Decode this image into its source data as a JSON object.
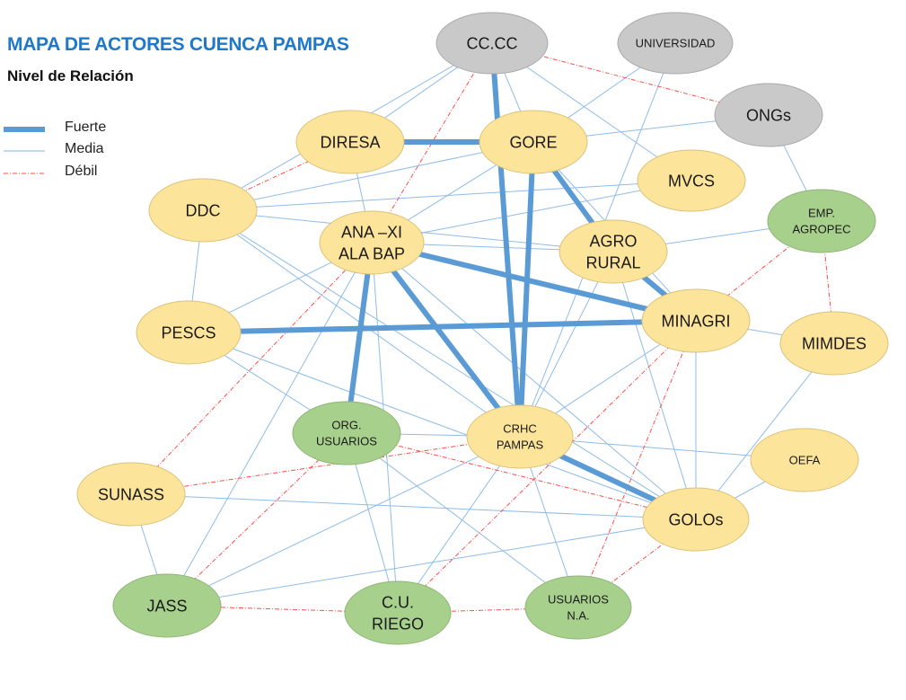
{
  "title": "MAPA DE ACTORES CUENCA PAMPAS",
  "subtitle": "Nivel de Relación",
  "legend": [
    {
      "key": "strong",
      "label": "Fuerte"
    },
    {
      "key": "medium",
      "label": "Media"
    },
    {
      "key": "weak",
      "label": "Débil"
    }
  ],
  "colors": {
    "strong": "#5b9bd5",
    "medium": "#7fb2e5",
    "weak": "#ff4d4d",
    "yellow_node": "#fde49b",
    "green_node": "#a8d08d",
    "gray_node": "#c9c9c9"
  },
  "nodes": [
    {
      "id": "cccc",
      "label": [
        "CC.CC"
      ],
      "type": "gray"
    },
    {
      "id": "universidad",
      "label": [
        "UNIVERSIDAD"
      ],
      "type": "gray",
      "small": true
    },
    {
      "id": "ongs",
      "label": [
        "ONGs"
      ],
      "type": "gray"
    },
    {
      "id": "diresa",
      "label": [
        "DIRESA"
      ],
      "type": "yellow"
    },
    {
      "id": "gore",
      "label": [
        "GORE"
      ],
      "type": "yellow"
    },
    {
      "id": "mvcs",
      "label": [
        "MVCS"
      ],
      "type": "yellow"
    },
    {
      "id": "ddc",
      "label": [
        "DDC"
      ],
      "type": "yellow"
    },
    {
      "id": "ana",
      "label": [
        "ANA –XI",
        "ALA BAP"
      ],
      "type": "yellow"
    },
    {
      "id": "agrorural",
      "label": [
        "AGRO",
        "RURAL"
      ],
      "type": "yellow"
    },
    {
      "id": "emp",
      "label": [
        "EMP.",
        "AGROPEC"
      ],
      "type": "green",
      "small": true
    },
    {
      "id": "pescs",
      "label": [
        "PESCS"
      ],
      "type": "yellow"
    },
    {
      "id": "minagri",
      "label": [
        "MINAGRI"
      ],
      "type": "yellow"
    },
    {
      "id": "mimdes",
      "label": [
        "MIMDES"
      ],
      "type": "yellow"
    },
    {
      "id": "orgusuarios",
      "label": [
        "ORG.",
        "USUARIOS"
      ],
      "type": "green",
      "small": true
    },
    {
      "id": "crhc",
      "label": [
        "CRHC",
        "PAMPAS"
      ],
      "type": "yellow",
      "small": true
    },
    {
      "id": "oefa",
      "label": [
        "OEFA"
      ],
      "type": "yellow",
      "small": true
    },
    {
      "id": "sunass",
      "label": [
        "SUNASS"
      ],
      "type": "yellow"
    },
    {
      "id": "golos",
      "label": [
        "GOLOs"
      ],
      "type": "yellow"
    },
    {
      "id": "jass",
      "label": [
        "JASS"
      ],
      "type": "green"
    },
    {
      "id": "curiego",
      "label": [
        "C.U.",
        "RIEGO"
      ],
      "type": "green"
    },
    {
      "id": "usuariosna",
      "label": [
        "USUARIOS",
        "N.A."
      ],
      "type": "green",
      "small": true
    }
  ],
  "edges": [
    {
      "from": "diresa",
      "to": "gore",
      "level": "strong"
    },
    {
      "from": "cccc",
      "to": "crhc",
      "level": "strong"
    },
    {
      "from": "gore",
      "to": "crhc",
      "level": "strong"
    },
    {
      "from": "gore",
      "to": "agrorural",
      "level": "strong"
    },
    {
      "from": "agrorural",
      "to": "minagri",
      "level": "strong"
    },
    {
      "from": "ana",
      "to": "minagri",
      "level": "strong"
    },
    {
      "from": "ana",
      "to": "orgusuarios",
      "level": "strong"
    },
    {
      "from": "ana",
      "to": "crhc",
      "level": "strong"
    },
    {
      "from": "pescs",
      "to": "minagri",
      "level": "strong"
    },
    {
      "from": "crhc",
      "to": "golos",
      "level": "strong"
    },
    {
      "from": "cccc",
      "to": "ongs",
      "level": "weak"
    },
    {
      "from": "cccc",
      "to": "ana",
      "level": "weak"
    },
    {
      "from": "diresa",
      "to": "ddc",
      "level": "weak"
    },
    {
      "from": "emp",
      "to": "minagri",
      "level": "weak"
    },
    {
      "from": "emp",
      "to": "mimdes",
      "level": "weak"
    },
    {
      "from": "sunass",
      "to": "ana",
      "level": "weak"
    },
    {
      "from": "sunass",
      "to": "crhc",
      "level": "weak"
    },
    {
      "from": "orgusuarios",
      "to": "golos",
      "level": "weak"
    },
    {
      "from": "jass",
      "to": "orgusuarios",
      "level": "weak"
    },
    {
      "from": "jass",
      "to": "curiego",
      "level": "weak"
    },
    {
      "from": "curiego",
      "to": "usuariosna",
      "level": "weak"
    },
    {
      "from": "curiego",
      "to": "minagri",
      "level": "weak"
    },
    {
      "from": "usuariosna",
      "to": "golos",
      "level": "weak"
    },
    {
      "from": "usuariosna",
      "to": "minagri",
      "level": "weak"
    },
    {
      "from": "cccc",
      "to": "diresa",
      "level": "medium"
    },
    {
      "from": "cccc",
      "to": "ddc",
      "level": "medium"
    },
    {
      "from": "cccc",
      "to": "gore",
      "level": "medium"
    },
    {
      "from": "cccc",
      "to": "mvcs",
      "level": "medium"
    },
    {
      "from": "universidad",
      "to": "gore",
      "level": "medium"
    },
    {
      "from": "universidad",
      "to": "crhc",
      "level": "medium"
    },
    {
      "from": "ongs",
      "to": "gore",
      "level": "medium"
    },
    {
      "from": "ongs",
      "to": "emp",
      "level": "medium"
    },
    {
      "from": "gore",
      "to": "ddc",
      "level": "medium"
    },
    {
      "from": "gore",
      "to": "ana",
      "level": "medium"
    },
    {
      "from": "gore",
      "to": "minagri",
      "level": "medium"
    },
    {
      "from": "mvcs",
      "to": "ddc",
      "level": "medium"
    },
    {
      "from": "mvcs",
      "to": "ana",
      "level": "medium"
    },
    {
      "from": "diresa",
      "to": "ana",
      "level": "medium"
    },
    {
      "from": "ddc",
      "to": "agrorural",
      "level": "medium"
    },
    {
      "from": "ddc",
      "to": "pescs",
      "level": "medium"
    },
    {
      "from": "ddc",
      "to": "crhc",
      "level": "medium"
    },
    {
      "from": "ddc",
      "to": "golos",
      "level": "medium"
    },
    {
      "from": "ana",
      "to": "agrorural",
      "level": "medium"
    },
    {
      "from": "ana",
      "to": "pescs",
      "level": "medium"
    },
    {
      "from": "ana",
      "to": "curiego",
      "level": "medium"
    },
    {
      "from": "ana",
      "to": "golos",
      "level": "medium"
    },
    {
      "from": "ana",
      "to": "jass",
      "level": "medium"
    },
    {
      "from": "agrorural",
      "to": "emp",
      "level": "medium"
    },
    {
      "from": "agrorural",
      "to": "crhc",
      "level": "medium"
    },
    {
      "from": "agrorural",
      "to": "golos",
      "level": "medium"
    },
    {
      "from": "minagri",
      "to": "mimdes",
      "level": "medium"
    },
    {
      "from": "minagri",
      "to": "crhc",
      "level": "medium"
    },
    {
      "from": "minagri",
      "to": "golos",
      "level": "medium"
    },
    {
      "from": "mimdes",
      "to": "golos",
      "level": "medium"
    },
    {
      "from": "pescs",
      "to": "orgusuarios",
      "level": "medium"
    },
    {
      "from": "pescs",
      "to": "golos",
      "level": "medium"
    },
    {
      "from": "orgusuarios",
      "to": "crhc",
      "level": "medium"
    },
    {
      "from": "orgusuarios",
      "to": "curiego",
      "level": "medium"
    },
    {
      "from": "orgusuarios",
      "to": "usuariosna",
      "level": "medium"
    },
    {
      "from": "crhc",
      "to": "oefa",
      "level": "medium"
    },
    {
      "from": "crhc",
      "to": "jass",
      "level": "medium"
    },
    {
      "from": "crhc",
      "to": "curiego",
      "level": "medium"
    },
    {
      "from": "crhc",
      "to": "usuariosna",
      "level": "medium"
    },
    {
      "from": "sunass",
      "to": "golos",
      "level": "medium"
    },
    {
      "from": "sunass",
      "to": "jass",
      "level": "medium"
    },
    {
      "from": "jass",
      "to": "golos",
      "level": "medium"
    },
    {
      "from": "golos",
      "to": "oefa",
      "level": "medium"
    }
  ]
}
